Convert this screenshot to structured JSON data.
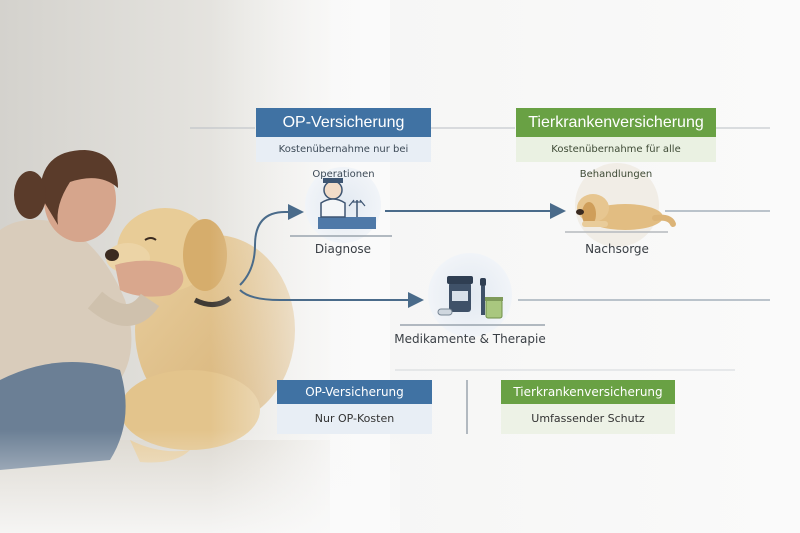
{
  "top_boxes": {
    "op": {
      "title": "OP-Versicherung",
      "subtitle": "Kostenübernahme nur bei Operationen"
    },
    "tier": {
      "title": "Tierkrankenversicherung",
      "subtitle": "Kostenübernahme für alle Behandlungen"
    }
  },
  "nodes": {
    "diagnose": "Diagnose",
    "nachsorge": "Nachsorge",
    "medikamente": "Medikamente & Therapie"
  },
  "bottom_boxes": {
    "op": {
      "title": "OP-Versicherung",
      "subtitle": "Nur OP-Kosten"
    },
    "tier": {
      "title": "Tierkrankenversicherung",
      "subtitle": "Umfassender Schutz"
    }
  },
  "colors": {
    "op_blue": "#4072a3",
    "tier_green": "#69a144",
    "connector": "#4a6b8a"
  },
  "icons": {
    "diagnose": "veterinarian-at-desk-icon",
    "nachsorge": "resting-dog-icon",
    "medikamente": "medicine-bottles-icon"
  }
}
